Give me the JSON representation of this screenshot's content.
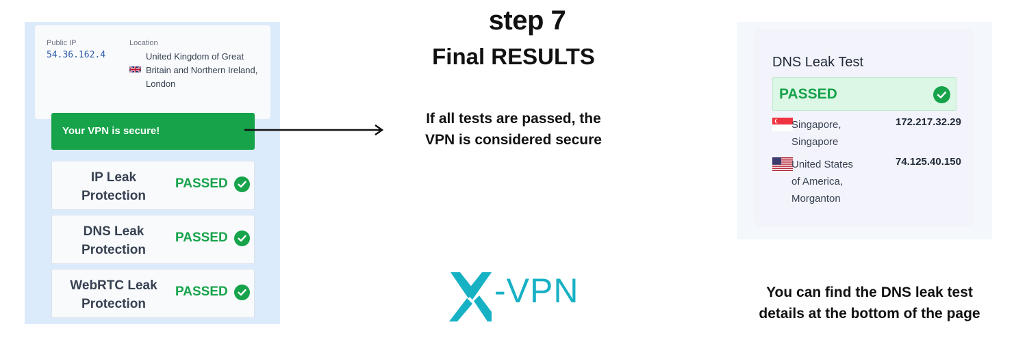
{
  "header": {
    "step": "step 7",
    "title": "Final RESULTS"
  },
  "note_secure": "If all tests are passed, the\nVPN is considered secure",
  "note_bottom": "You can find the DNS leak test\ndetails at the bottom of the page",
  "logo": {
    "text": "-VPN",
    "icon": "x-logo-icon",
    "color": "#17b1c4"
  },
  "left_screen": {
    "public_ip_label": "Public IP",
    "public_ip_value": "54.36.162.4",
    "location_label": "Location",
    "location_value": "United Kingdom of Great Britain and Northern Ireland, London",
    "location_flag": "uk-flag-icon",
    "secure_banner": "Your VPN is secure!",
    "tests": [
      {
        "name": "IP Leak\nProtection",
        "status": "PASSED"
      },
      {
        "name": "DNS Leak\nProtection",
        "status": "PASSED"
      },
      {
        "name": "WebRTC Leak\nProtection",
        "status": "PASSED"
      }
    ]
  },
  "right_screen": {
    "title": "DNS Leak Test",
    "status": "PASSED",
    "servers": [
      {
        "flag": "singapore-flag-icon",
        "location": "Singapore, Singapore",
        "ip": "172.217.32.29"
      },
      {
        "flag": "usa-flag-icon",
        "location": "United States of America, Morganton",
        "ip": "74.125.40.150"
      }
    ]
  },
  "colors": {
    "pass_green": "#16a34a",
    "pass_bg": "#dcf7e5",
    "ip_blue": "#2b5aa8",
    "panel_bg": "#dcebfb",
    "brand_teal": "#17b1c4"
  }
}
